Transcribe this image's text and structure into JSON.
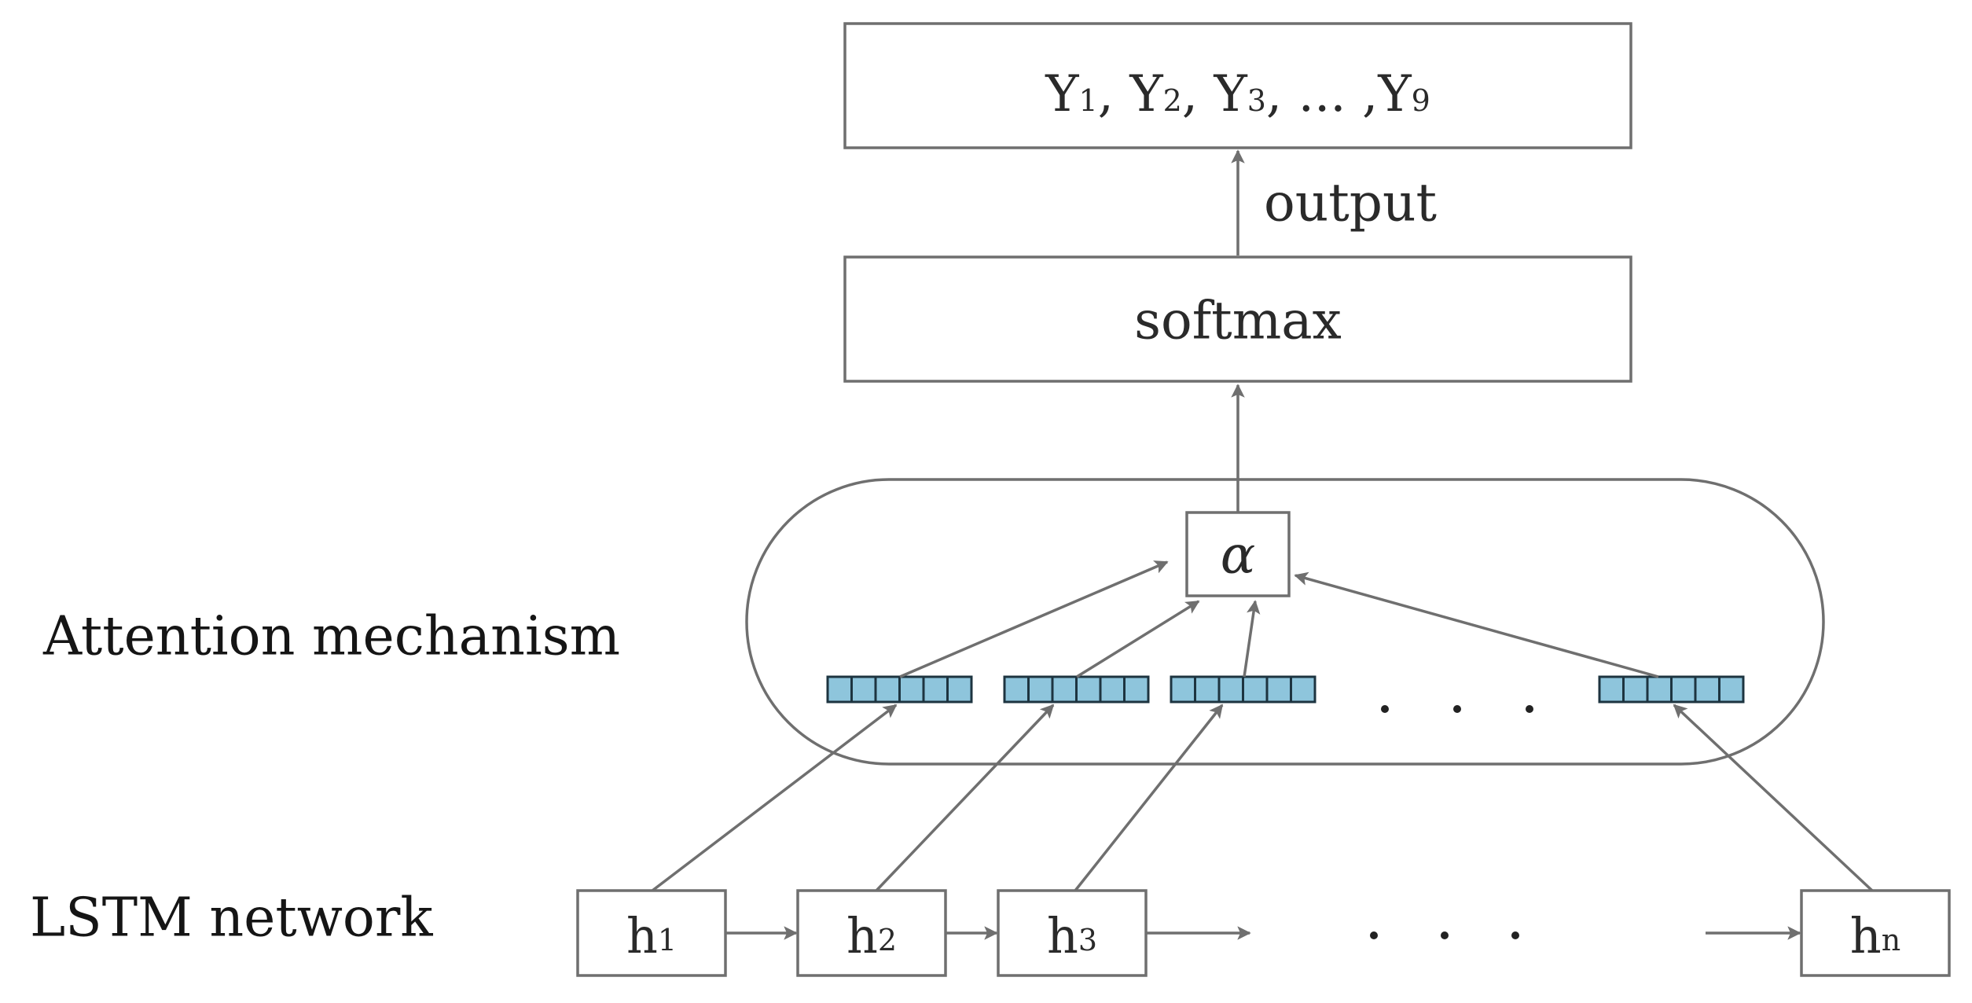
{
  "output_box": {
    "parts": [
      "Y",
      "1",
      ", Y",
      "2",
      ", Y",
      "3",
      ", ... ,Y",
      "9"
    ]
  },
  "output_label": "output",
  "softmax_label": "softmax",
  "attention_symbol": "α",
  "attention_label": "Attention mechanism",
  "lstm_label": "LSTM network",
  "hidden_states": [
    {
      "base": "h",
      "sub": "1"
    },
    {
      "base": "h",
      "sub": "2"
    },
    {
      "base": "h",
      "sub": "3"
    },
    {
      "base": "h",
      "sub": "n"
    }
  ],
  "vector_cells": 6,
  "colors": {
    "vector_fill": "#8ec5dc",
    "line": "#6f6f6f"
  }
}
